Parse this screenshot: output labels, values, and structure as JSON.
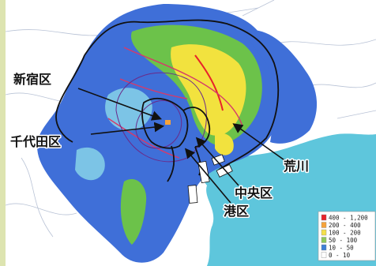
{
  "labels": {
    "shinjuku": "新宿区",
    "chiyoda": "千代田区",
    "arakawa": "荒川",
    "chuo": "中央区",
    "minato": "港区"
  },
  "legend": {
    "items": [
      {
        "range": "400 - 1,200",
        "color": "#e8232a"
      },
      {
        "range": "200 -   400",
        "color": "#f6a33a"
      },
      {
        "range": "100 -   200",
        "color": "#f4e04a"
      },
      {
        "range": " 50 -   100",
        "color": "#8fc95a"
      },
      {
        "range": " 10 -    50",
        "color": "#3f7fd6"
      },
      {
        "range": "  0 -    10",
        "color": "#ffffff"
      }
    ]
  },
  "colors": {
    "water": "#5ec6dc",
    "density_low": "#3f6fd8",
    "density_mid": "#7cc4e6",
    "density_green": "#6cc24a",
    "density_yellow": "#f2e23e",
    "boundary": "#111111",
    "river": "#d63a6a",
    "frame": "#dde4b0"
  }
}
